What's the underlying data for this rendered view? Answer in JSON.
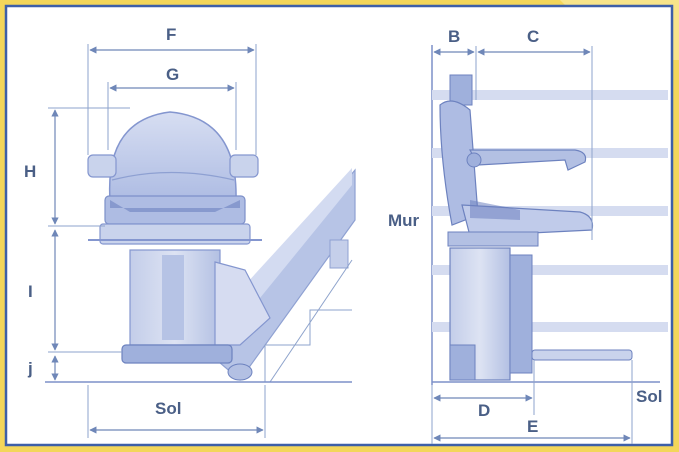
{
  "labels": {
    "F": "F",
    "G": "G",
    "H": "H",
    "I": "I",
    "j": "j",
    "sol_left": "Sol",
    "B": "B",
    "C": "C",
    "mur": "Mur",
    "D": "D",
    "E": "E",
    "sol_right": "Sol"
  },
  "colors": {
    "frame_outer": "#f3d65a",
    "frame_border": "#3d5fa8",
    "background": "#ffffff",
    "chair_light": "#c9d3ec",
    "chair_mid": "#9fb0dc",
    "chair_dark": "#6d82bf",
    "rail": "#b7c4e6",
    "dimension_line": "#6f87b8",
    "label_text": "#4a5f86"
  }
}
